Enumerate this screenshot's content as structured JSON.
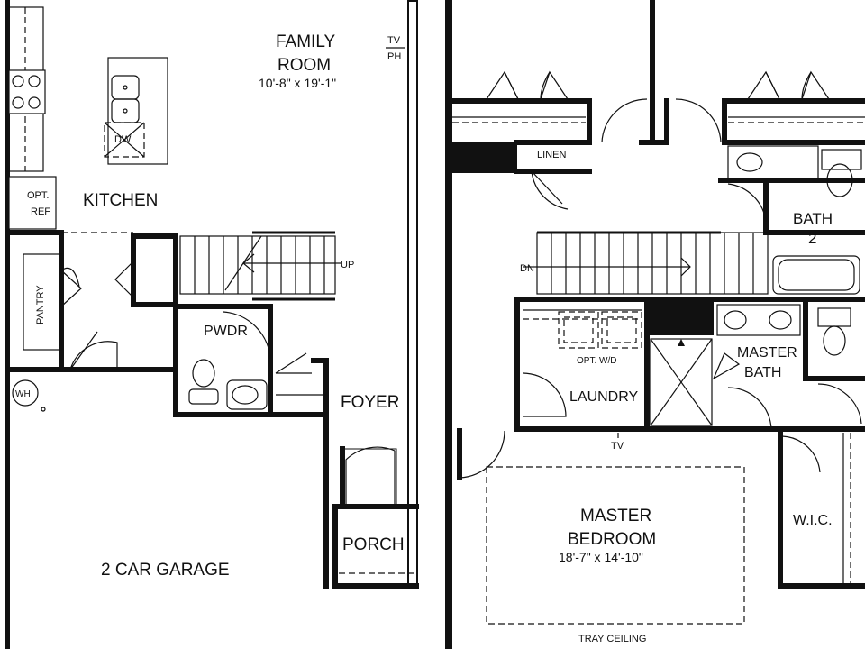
{
  "rooms": {
    "family_room": {
      "name_line1": "FAMILY",
      "name_line2": "ROOM",
      "size": "10'-8\" x 19'-1\""
    },
    "kitchen": "KITCHEN",
    "opt_ref_line1": "OPT.",
    "opt_ref_line2": "REF",
    "dw": "DW",
    "pantry": "PANTRY",
    "wh": "WH",
    "pwdr": "PWDR",
    "foyer": "FOYER",
    "porch": "PORCH",
    "garage": "2 CAR GARAGE",
    "tv_top": "TV",
    "ph_top": "PH",
    "up": "UP",
    "linen": "LINEN",
    "bath2_line1": "BATH",
    "bath2_line2": "2",
    "dn": "DN",
    "opt_wd": "OPT. W/D",
    "laundry": "LAUNDRY",
    "master_bath_line1": "MASTER",
    "master_bath_line2": "BATH",
    "tv_bed": "TV",
    "master_bedroom": {
      "name_line1": "MASTER",
      "name_line2": "BEDROOM",
      "size": "18'-7\" x 14'-10\""
    },
    "wic": "W.I.C.",
    "tray_ceiling": "TRAY CEILING"
  }
}
